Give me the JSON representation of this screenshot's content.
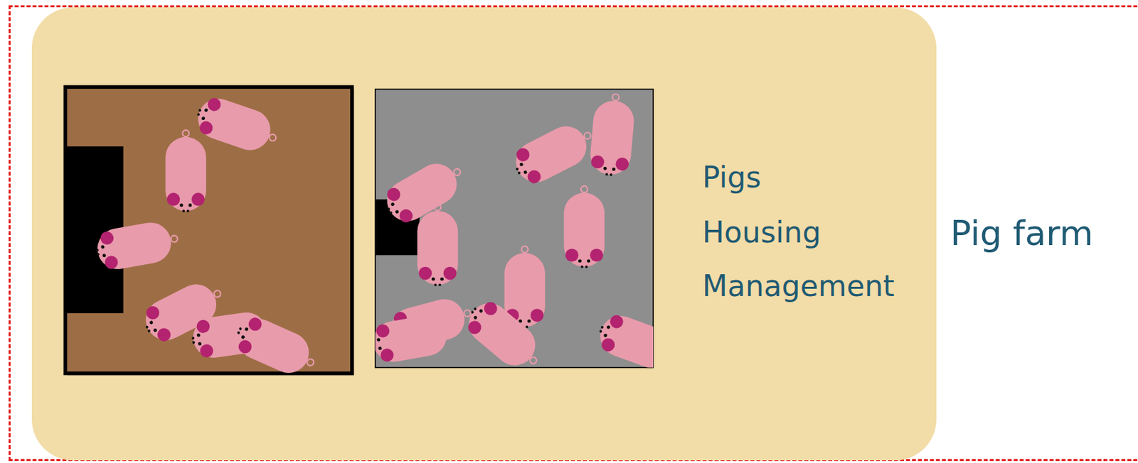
{
  "diagram": {
    "nodes": [
      {
        "text": [
          "Pig farm"
        ]
      },
      {
        "text": [
          "Pigs",
          "Housing",
          "Management"
        ],
        "in": 0
      }
    ]
  }
}
